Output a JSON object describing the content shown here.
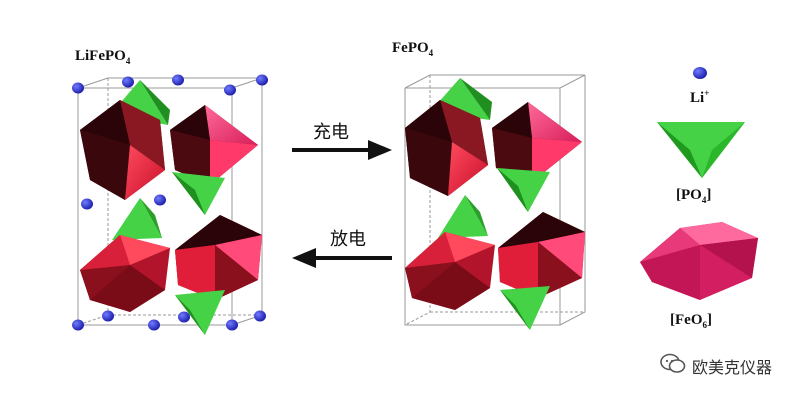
{
  "structures": {
    "left_title_main": "LiFePO",
    "left_title_sub": "4",
    "right_title_main": "FePO",
    "right_title_sub": "4"
  },
  "arrows": {
    "charge_label": "充电",
    "discharge_label": "放电"
  },
  "legend": {
    "li_main": "Li",
    "li_sup": "+",
    "po4_main": "[PO",
    "po4_sub": "4",
    "po4_close": "]",
    "feo6_main": "[FeO",
    "feo6_sub": "6",
    "feo6_close": "]"
  },
  "watermark": {
    "text": "欧美克仪器",
    "icon": "wechat-icon"
  },
  "colors": {
    "li_ion": "#1f2fd0",
    "phosphate": "#3fcf3f",
    "octahedron_red": "#e8203a",
    "octahedron_dark": "#5a0f14",
    "octahedron_pink": "#e8306a"
  }
}
